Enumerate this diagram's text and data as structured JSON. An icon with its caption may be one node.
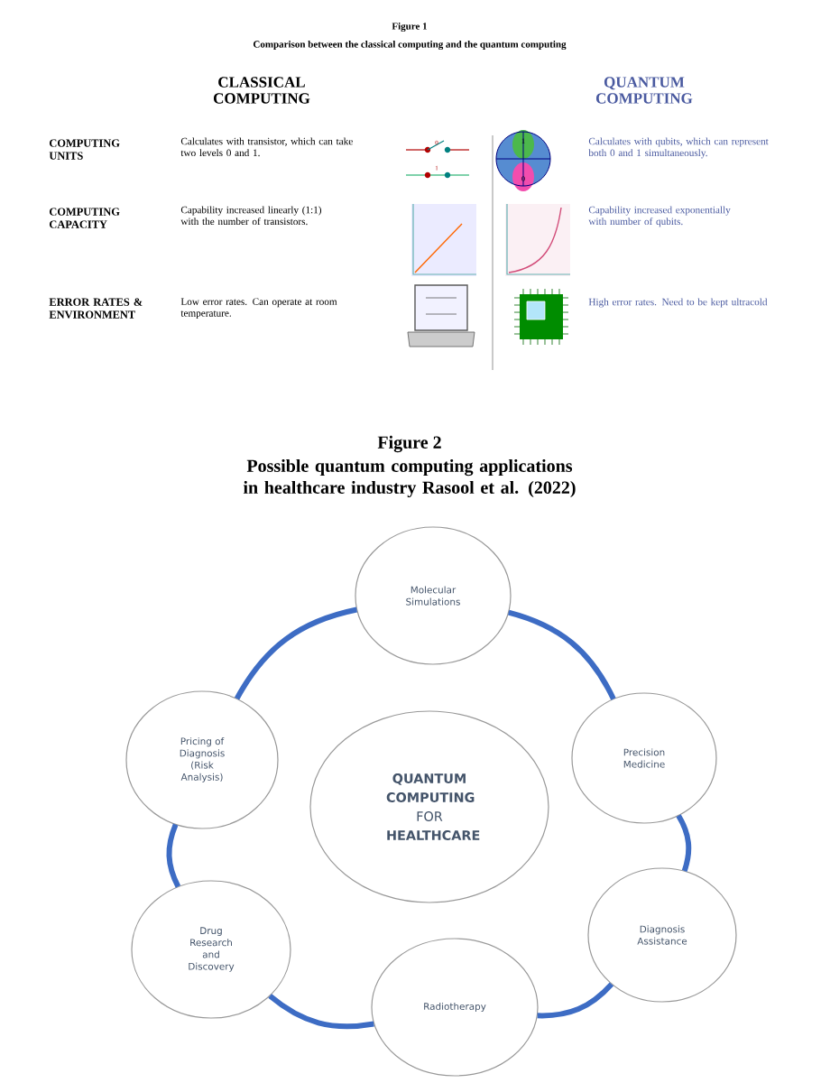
{
  "diagram": {
    "nodes": [
      {
        "text": [
          "Molecular Simulations"
        ]
      },
      {
        "text": [
          "Pricing of Diagnosis (Risk Analysis)"
        ]
      },
      {
        "text": [
          "**QUANTUM COMPUTING** FOR **HEALTHCARE**"
        ]
      },
      {
        "text": [
          "Precision Medicine"
        ]
      },
      {
        "text": [
          "Drug Research and Discovery"
        ]
      },
      {
        "text": [
          "Diagnosis Assistance"
        ]
      },
      {
        "text": [
          "Radiotherapy"
        ]
      }
    ],
    "edges": [
      {
        "from": 0,
        "to": 3,
        "arrow": "none"
      },
      {
        "from": 3,
        "to": 5,
        "arrow": "none"
      },
      {
        "from": 5,
        "to": 6,
        "arrow": "none"
      },
      {
        "from": 6,
        "to": 4,
        "arrow": "none"
      },
      {
        "from": 4,
        "to": 1,
        "arrow": "none"
      },
      {
        "from": 1,
        "to": 0,
        "arrow": "none"
      }
    ],
    "labels": [
      "Figure 1",
      "Comparison between the classical computing and the quantum computing",
      "CLASSICAL COMPUTING",
      "QUANTUM COMPUTING",
      "COMPUTING UNITS",
      "Calculates with transistor, which can take two levels 0 and 1.",
      "0",
      "1",
      "1",
      "0",
      "Calculates with qubits, which can represent both 0 and 1 simultaneously.",
      "COMPUTING CAPACITY",
      "Capability increased linearly (1:1) with the number of transistors.",
      "Capability increased exponentially with number of qubits.",
      "ERROR RATES & ENVIRONMENT",
      "Low error rates. Can operate at room temperature.",
      "High error rates. Need to be kept ultracold",
      "Figure 2",
      "Possible quantum computing applications in healthcare industry Rasool et al. (2022)"
    ]
  }
}
